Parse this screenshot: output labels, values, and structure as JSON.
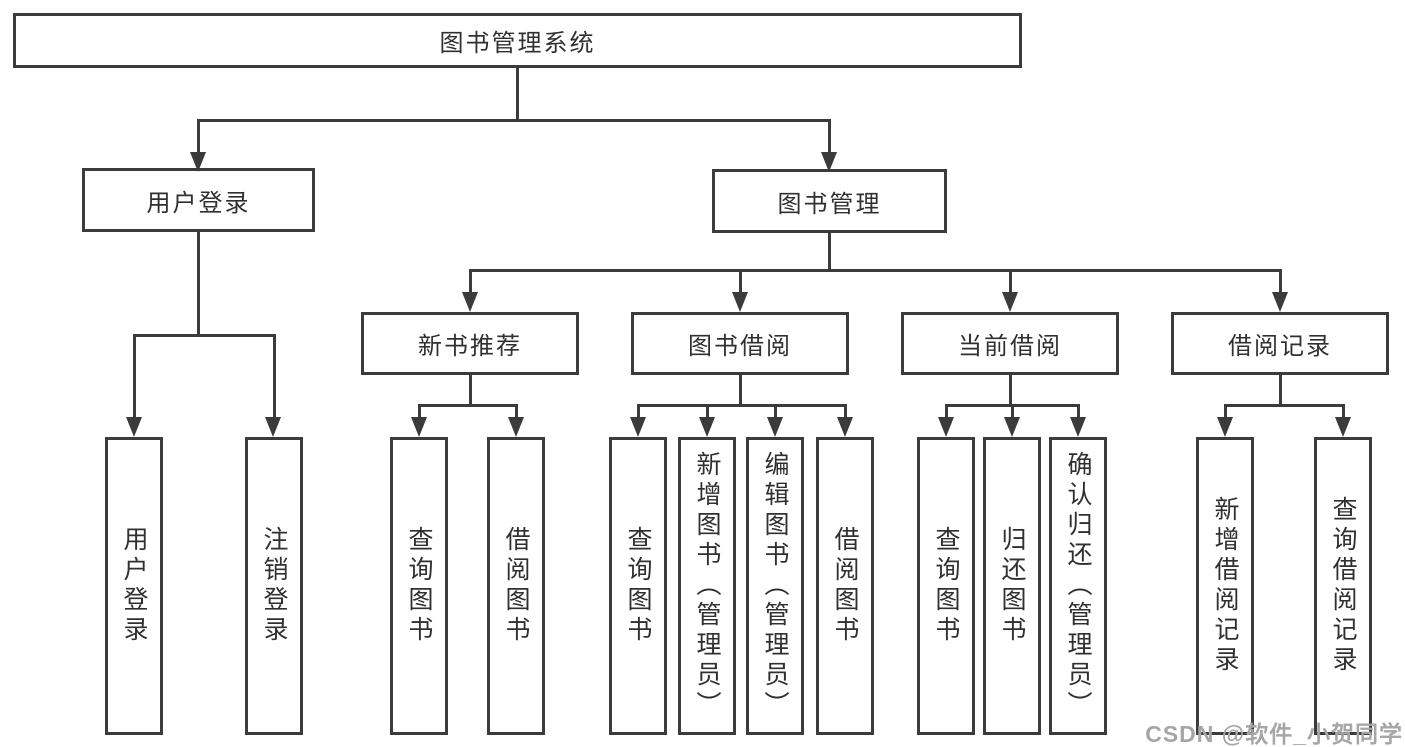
{
  "nodes": {
    "root": "图书管理系统",
    "user_login": "用户登录",
    "book_management": "图书管理",
    "new_book_recommend": "新书推荐",
    "book_borrow": "图书借阅",
    "current_borrow": "当前借阅",
    "borrow_record": "借阅记录",
    "leaves": {
      "user_login": [
        "用户登录",
        "注销登录"
      ],
      "new_book_recommend": [
        "查询图书",
        "借阅图书"
      ],
      "book_borrow": [
        "查询图书",
        "新增图书（管理员）",
        "编辑图书（管理员）",
        "借阅图书"
      ],
      "current_borrow": [
        "查询图书",
        "归还图书",
        "确认归还（管理员）"
      ],
      "borrow_record": [
        "新增借阅记录",
        "查询借阅记录"
      ]
    }
  },
  "watermark": "CSDN @软件_小贺同学",
  "colors": {
    "line": "#3b3b3b",
    "text": "#303030",
    "watermark": "#a6a6a6",
    "background": "#ffffff"
  }
}
